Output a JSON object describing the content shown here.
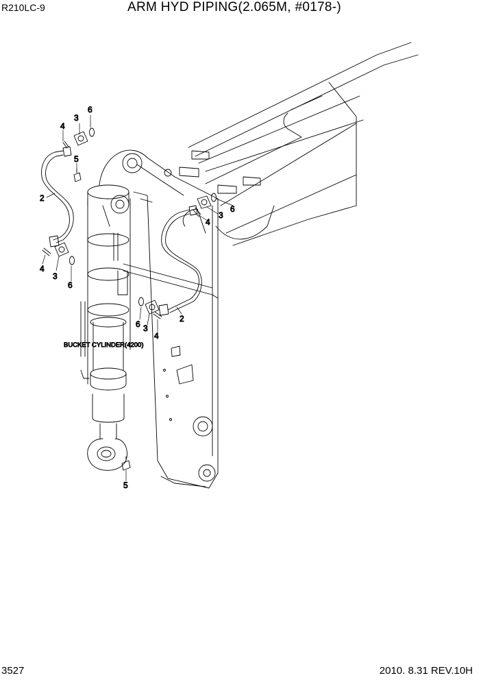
{
  "header": {
    "model": "R210LC-9",
    "title": "ARM HYD PIPING(2.065M, #0178-)"
  },
  "footer": {
    "page_number": "3527",
    "revision": "2010. 8.31  REV.10H"
  },
  "diagram": {
    "note": "BUCKET CYLINDER(4200)",
    "callouts": [
      {
        "id": "c1",
        "label": "4"
      },
      {
        "id": "c2",
        "label": "3"
      },
      {
        "id": "c3",
        "label": "6"
      },
      {
        "id": "c4",
        "label": "5"
      },
      {
        "id": "c5",
        "label": "2"
      },
      {
        "id": "c6",
        "label": "4"
      },
      {
        "id": "c7",
        "label": "3"
      },
      {
        "id": "c8",
        "label": "6"
      },
      {
        "id": "c9",
        "label": "3"
      },
      {
        "id": "c10",
        "label": "6"
      },
      {
        "id": "c11",
        "label": "4"
      },
      {
        "id": "c12",
        "label": "6"
      },
      {
        "id": "c13",
        "label": "3"
      },
      {
        "id": "c14",
        "label": "4"
      },
      {
        "id": "c15",
        "label": "2"
      },
      {
        "id": "c16",
        "label": "5"
      }
    ]
  }
}
